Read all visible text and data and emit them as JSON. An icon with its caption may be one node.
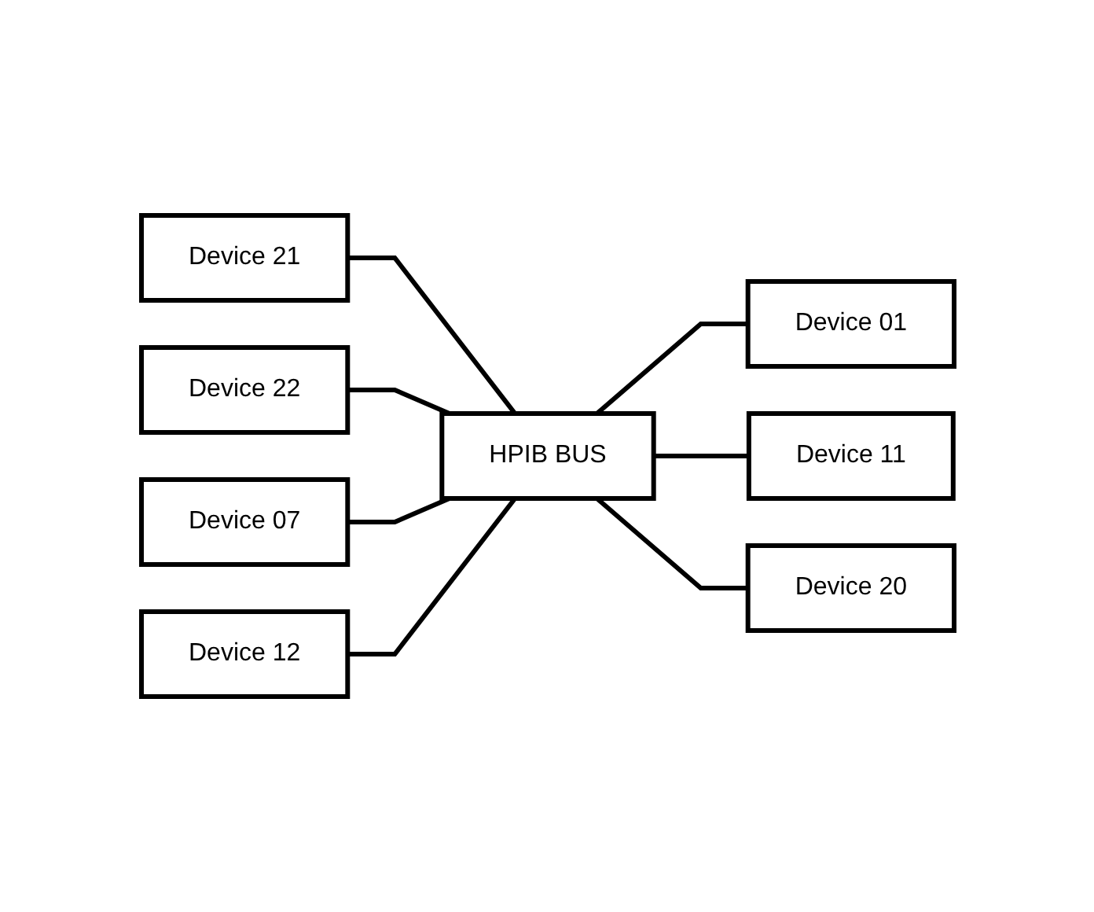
{
  "diagram": {
    "nodes": [
      {
        "text": [
          "Device 21"
        ]
      },
      {
        "text": [
          "HPIB BUS"
        ]
      },
      {
        "text": [
          "Device 22"
        ]
      },
      {
        "text": [
          "Device 01"
        ]
      },
      {
        "text": [
          "Device 07"
        ]
      },
      {
        "text": [
          "Device 11"
        ]
      },
      {
        "text": [
          "Device 12"
        ]
      },
      {
        "text": [
          "Device 20"
        ]
      }
    ],
    "edges": [
      {
        "from": 0,
        "to": 1,
        "arrow": "none"
      },
      {
        "from": 2,
        "to": 1,
        "arrow": "none"
      },
      {
        "from": 1,
        "to": 3,
        "arrow": "none"
      },
      {
        "from": 4,
        "to": 1,
        "arrow": "none"
      },
      {
        "from": 1,
        "to": 5,
        "arrow": "none"
      },
      {
        "from": 6,
        "to": 1,
        "arrow": "none"
      },
      {
        "from": 1,
        "to": 7,
        "arrow": "none"
      }
    ]
  }
}
